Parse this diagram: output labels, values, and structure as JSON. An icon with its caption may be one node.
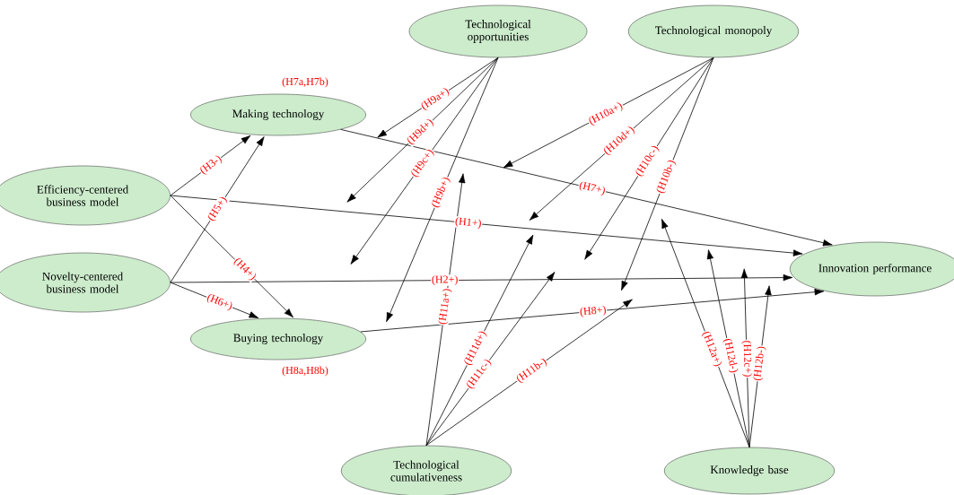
{
  "diagram": {
    "nodes": [
      {
        "text": [
          "Technological opportunities"
        ]
      },
      {
        "text": [
          "Technological monopoly"
        ]
      },
      {
        "text": [
          "Making technology"
        ],
        "beside": [
          "(H7a,H7b)"
        ]
      },
      {
        "text": [
          "Efficiency-centered business model"
        ]
      },
      {
        "text": [
          "Innovation performance"
        ]
      },
      {
        "text": [
          "Novelty-centered business model"
        ]
      },
      {
        "text": [
          "Buying technology"
        ],
        "beside": [
          "(H8a,H8b)"
        ]
      },
      {
        "text": [
          "Technological cumulativeness"
        ]
      },
      {
        "text": [
          "Knowledge base"
        ]
      }
    ],
    "edges": [
      {
        "from": 3,
        "to": 2,
        "arrow": "to",
        "label": "(H3-)"
      },
      {
        "from": 3,
        "to": 4,
        "arrow": "to",
        "label": "(H1+)"
      },
      {
        "from": 3,
        "to": 6,
        "arrow": "to",
        "label": "(H4+)"
      },
      {
        "from": 5,
        "to": 2,
        "arrow": "to",
        "label": "(H5+)"
      },
      {
        "from": 5,
        "to": 4,
        "arrow": "to",
        "label": "(H2+)"
      },
      {
        "from": 5,
        "to": 6,
        "arrow": "to",
        "label": "(H6+)"
      },
      {
        "from": 2,
        "to": 4,
        "arrow": "to",
        "label": "(H7+)"
      },
      {
        "from": 6,
        "to": 4,
        "arrow": "to",
        "label": "(H8+)"
      },
      {
        "from": 0,
        "to": null,
        "arrow": "to",
        "label": "(H9a+)"
      },
      {
        "from": 0,
        "to": null,
        "arrow": "to",
        "label": "(H9d+)"
      },
      {
        "from": 0,
        "to": null,
        "arrow": "to",
        "label": "(H9c+)"
      },
      {
        "from": 0,
        "to": null,
        "arrow": "to",
        "label": "(H9b+)"
      },
      {
        "from": 1,
        "to": null,
        "arrow": "to",
        "label": "(H10a+)"
      },
      {
        "from": 1,
        "to": null,
        "arrow": "to",
        "label": "(H10d+)"
      },
      {
        "from": 1,
        "to": null,
        "arrow": "to",
        "label": "(H10c-)"
      },
      {
        "from": 1,
        "to": null,
        "arrow": "to",
        "label": "(H10b-)"
      },
      {
        "from": 7,
        "to": null,
        "arrow": "to",
        "label": "(H11a+)"
      },
      {
        "from": 7,
        "to": null,
        "arrow": "to",
        "label": "(H11d+)"
      },
      {
        "from": 7,
        "to": null,
        "arrow": "to",
        "label": "(H11c-)"
      },
      {
        "from": 7,
        "to": null,
        "arrow": "to",
        "label": "(H11b-)"
      },
      {
        "from": 8,
        "to": null,
        "arrow": "to",
        "label": "(H12a+)"
      },
      {
        "from": 8,
        "to": null,
        "arrow": "to",
        "label": "(H12d-)"
      },
      {
        "from": 8,
        "to": null,
        "arrow": "to",
        "label": "(H12c+)"
      },
      {
        "from": 8,
        "to": null,
        "arrow": "to",
        "label": "(H12b-)"
      }
    ]
  }
}
